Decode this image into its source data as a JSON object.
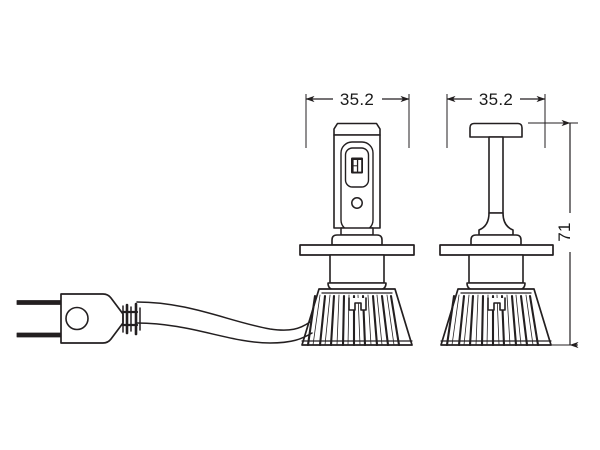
{
  "drawing": {
    "title": "LED headlight bulb dimensional drawing",
    "background_color": "#ffffff",
    "line_color": "#231f20",
    "text_color": "#1a1a1a",
    "units": "mm"
  },
  "dimensions": {
    "width_left": "35.2",
    "width_right": "35.2",
    "height": "71"
  },
  "views": {
    "left": {
      "name": "front-view",
      "label": "35.2"
    },
    "right": {
      "name": "side-view",
      "label": "35.2"
    }
  },
  "parts": {
    "connector_label": "connector-plug",
    "cable_label": "power-cable",
    "heatsink_label": "heat-sink-fins",
    "led_chip_label": "led-chip-window",
    "base_flange_label": "base-flange"
  }
}
